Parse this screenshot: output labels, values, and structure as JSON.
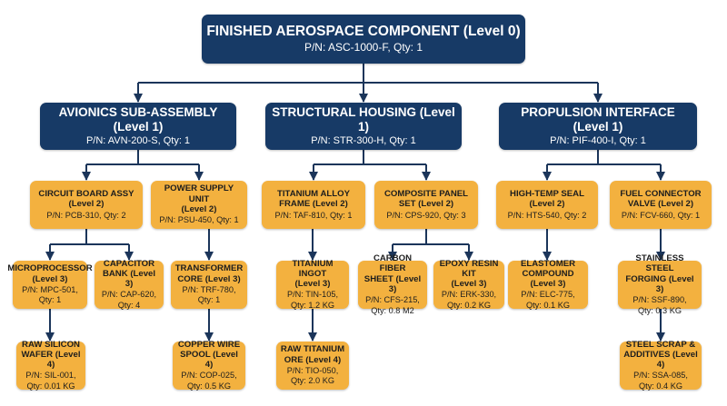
{
  "colors": {
    "navy": "#173a66",
    "gold": "#f3b13f",
    "connector": "#1b355a"
  },
  "nodes": {
    "root": {
      "title": "FINISHED AEROSPACE COMPONENT (Level 0)",
      "sub": "P/N: ASC-1000-F, Qty: 1"
    },
    "avionics": {
      "title": "AVIONICS SUB-ASSEMBLY (Level 1)",
      "sub": "P/N: AVN-200-S, Qty: 1"
    },
    "structural": {
      "title": "STRUCTURAL HOUSING (Level 1)",
      "sub": "P/N: STR-300-H, Qty: 1"
    },
    "propulsion": {
      "title": "PROPULSION INTERFACE (Level 1)",
      "sub": "P/N: PIF-400-I, Qty: 1"
    },
    "circuit_board": {
      "title": "CIRCUIT BOARD ASSY\n(Level 2)",
      "sub": "P/N: PCB-310, Qty: 2"
    },
    "power_supply": {
      "title": "POWER SUPPLY UNIT\n(Level 2)",
      "sub": "P/N: PSU-450, Qty: 1"
    },
    "titanium_frame": {
      "title": "TITANIUM ALLOY\nFRAME (Level 2)",
      "sub": "P/N: TAF-810, Qty: 1"
    },
    "composite_panel": {
      "title": "COMPOSITE PANEL\nSET (Level 2)",
      "sub": "P/N: CPS-920, Qty: 3"
    },
    "high_temp_seal": {
      "title": "HIGH-TEMP SEAL\n(Level 2)",
      "sub": "P/N: HTS-540, Qty: 2"
    },
    "fuel_valve": {
      "title": "FUEL CONNECTOR\nVALVE (Level 2)",
      "sub": "P/N: FCV-660, Qty: 1"
    },
    "microprocessor": {
      "title": "MICROPROCESSOR\n(Level 3)",
      "sub": "P/N: MPC-501, Qty: 1"
    },
    "capacitor_bank": {
      "title": "CAPACITOR\nBANK (Level 3)",
      "sub": "P/N: CAP-620,\nQty: 4"
    },
    "transformer_core": {
      "title": "TRANSFORMER\nCORE (Level 3)",
      "sub": "P/N: TRF-780, Qty: 1"
    },
    "titanium_ingot": {
      "title": "TITANIUM INGOT\n(Level 3)",
      "sub": "P/N: TIN-105,\nQty: 1.2 KG"
    },
    "carbon_fiber": {
      "title": "CARBON FIBER\nSHEET (Level 3)",
      "sub": "P/N: CFS-215,\nQty: 0.8 M2"
    },
    "epoxy_resin": {
      "title": "EPOXY RESIN KIT\n(Level 3)",
      "sub": "P/N: ERK-330,\nQty: 0.2 KG"
    },
    "elastomer": {
      "title": "ELASTOMER\nCOMPOUND (Level 3)",
      "sub": "P/N: ELC-775,\nQty: 0.1 KG"
    },
    "stainless_forging": {
      "title": "STAINLESS STEEL\nFORGING (Level 3)",
      "sub": "P/N: SSF-890,\nQty: 0.3 KG"
    },
    "silicon_wafer": {
      "title": "RAW SILICON\nWAFER (Level 4)",
      "sub": "P/N: SIL-001,\nQty: 0.01 KG"
    },
    "copper_wire": {
      "title": "COPPER WIRE\nSPOOL (Level 4)",
      "sub": "P/N: COP-025,\nQty: 0.5 KG"
    },
    "titanium_ore": {
      "title": "RAW TITANIUM\nORE (Level 4)",
      "sub": "P/N: TIO-050,\nQty: 2.0 KG"
    },
    "steel_scrap": {
      "title": "STEEL SCRAP &\nADDITIVES (Level 4)",
      "sub": "P/N: SSA-085,\nQty: 0.4 KG"
    }
  }
}
